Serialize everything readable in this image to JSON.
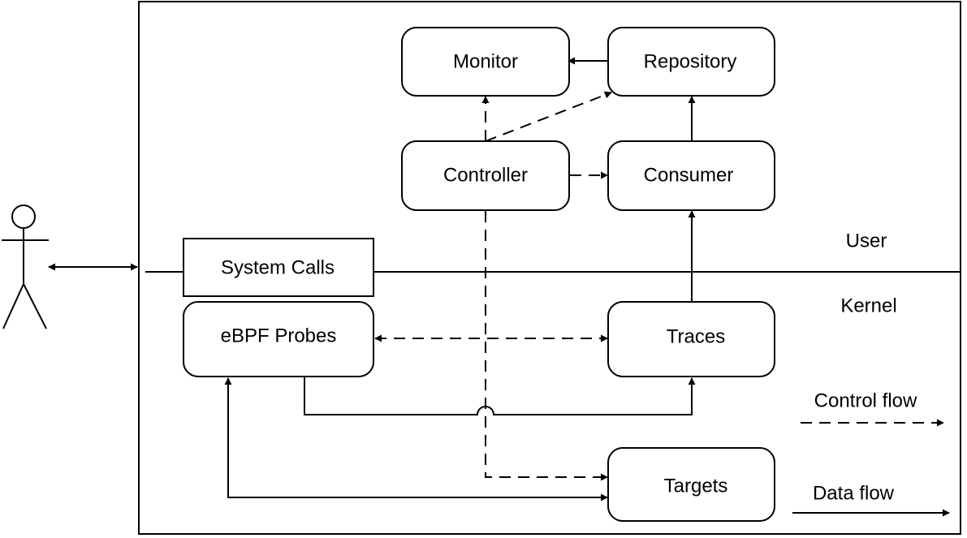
{
  "nodes": {
    "monitor": "Monitor",
    "repository": "Repository",
    "controller": "Controller",
    "consumer": "Consumer",
    "system_calls": "System Calls",
    "ebpf_probes": "eBPF Probes",
    "traces": "Traces",
    "targets": "Targets"
  },
  "regions": {
    "user": "User",
    "kernel": "Kernel"
  },
  "legend": {
    "control_flow": "Control flow",
    "data_flow": "Data flow"
  }
}
